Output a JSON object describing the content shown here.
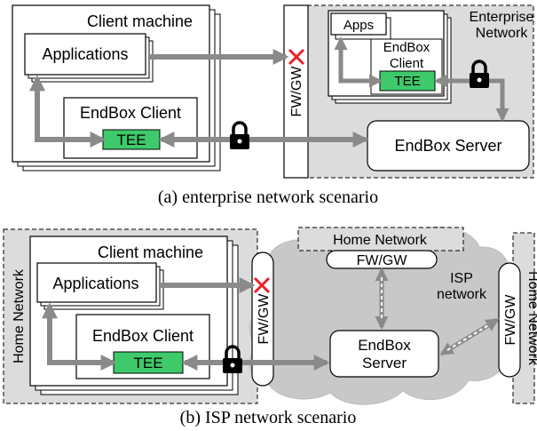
{
  "colors": {
    "tee_fill": "#3ec96a",
    "network_bg": "#dcdcdc",
    "cloud_fill": "#c8c8c8",
    "arrow": "#8a8a8a",
    "block_red": "#e8202a"
  },
  "icons": [
    "lock-icon",
    "red-x-icon",
    "cloud-shape"
  ],
  "panel_a": {
    "client_machine": "Client machine",
    "applications": "Applications",
    "endbox_client": "EndBox Client",
    "tee": "TEE",
    "fw_gw": "FW/GW",
    "enterprise_network": [
      "Enterprise",
      "Network"
    ],
    "apps": "Apps",
    "inner_endbox_client": [
      "EndBox",
      "Client"
    ],
    "inner_tee": "TEE",
    "endbox_server": "EndBox Server",
    "caption": "(a) enterprise network scenario"
  },
  "panel_b": {
    "client_machine": "Client machine",
    "applications": "Applications",
    "endbox_client": "EndBox Client",
    "tee": "TEE",
    "home_network_left": "Home Network",
    "fw_gw_left": "FW/GW",
    "home_network_top": "Home Network",
    "fw_gw_top": "FW/GW",
    "isp_network": [
      "ISP",
      "network"
    ],
    "endbox_server": [
      "EndBox",
      "Server"
    ],
    "fw_gw_right": "FW/GW",
    "home_network_right": "Home Network",
    "caption": "(b) ISP network scenario"
  }
}
